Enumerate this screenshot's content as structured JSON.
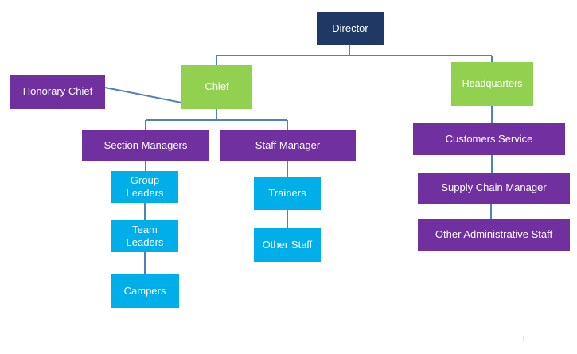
{
  "diagram": {
    "type": "org-chart",
    "nodes": {
      "director": {
        "label": "Director"
      },
      "chief": {
        "label": "Chief"
      },
      "headquarters": {
        "label": "Headquarters"
      },
      "honorary_chief": {
        "label": "Honorary Chief"
      },
      "section_managers": {
        "label": "Section Managers"
      },
      "staff_manager": {
        "label": "Staff Manager"
      },
      "group_leaders": {
        "label": "Group Leaders"
      },
      "team_leaders": {
        "label": "Team Leaders"
      },
      "campers": {
        "label": "Campers"
      },
      "trainers": {
        "label": "Trainers"
      },
      "other_staff": {
        "label": "Other Staff"
      },
      "customers_service": {
        "label": "Customers Service"
      },
      "supply_chain_manager": {
        "label": "Supply Chain Manager"
      },
      "other_administrative_staff": {
        "label": "Other Administrative Staff"
      }
    },
    "edges": [
      [
        "director",
        "chief"
      ],
      [
        "director",
        "headquarters"
      ],
      [
        "honorary_chief",
        "chief"
      ],
      [
        "chief",
        "section_managers"
      ],
      [
        "chief",
        "staff_manager"
      ],
      [
        "section_managers",
        "group_leaders"
      ],
      [
        "group_leaders",
        "team_leaders"
      ],
      [
        "team_leaders",
        "campers"
      ],
      [
        "staff_manager",
        "trainers"
      ],
      [
        "trainers",
        "other_staff"
      ],
      [
        "headquarters",
        "customers_service"
      ],
      [
        "customers_service",
        "supply_chain_manager"
      ],
      [
        "supply_chain_manager",
        "other_administrative_staff"
      ]
    ],
    "colors": {
      "director_box": "#1f3864",
      "level2_box": "#92d050",
      "manager_box": "#7030a0",
      "staff_box": "#00aeea",
      "connector_line": "#4f81bd",
      "text": "#ffffff"
    }
  }
}
